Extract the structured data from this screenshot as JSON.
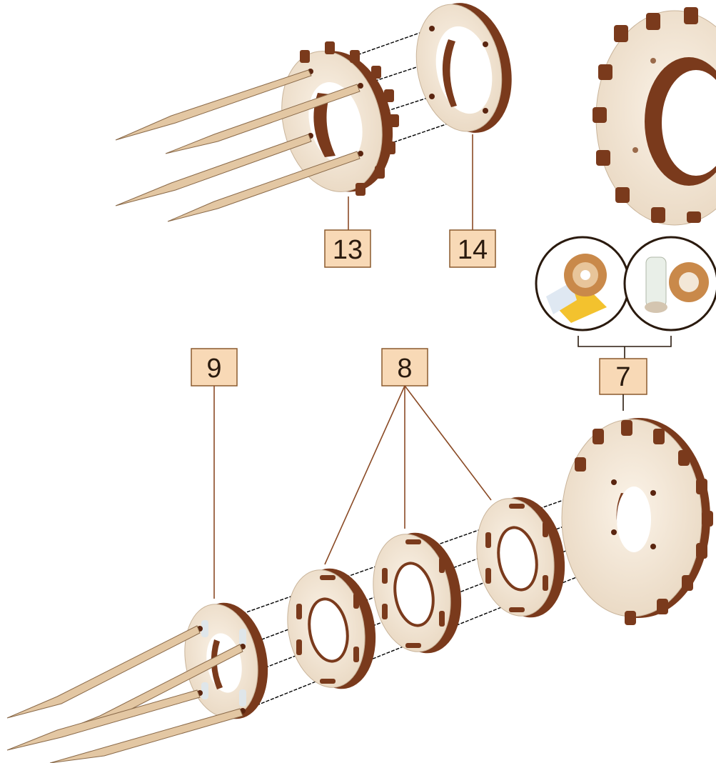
{
  "colors": {
    "background": "#ffffff",
    "wood_face": "#f3e7d7",
    "wood_edge": "#7a3a1c",
    "wood_edge_dark": "#5a2510",
    "stick": "#e3c7a3",
    "stick_outline": "#8a6a4a",
    "callout_fill": "#f8d9b6",
    "callout_border": "#8a5a2e",
    "leader": "#8a4a25",
    "guide_line": "#000000"
  },
  "callouts": [
    {
      "id": "13",
      "label": "13"
    },
    {
      "id": "14",
      "label": "14"
    },
    {
      "id": "9",
      "label": "9"
    },
    {
      "id": "8",
      "label": "8"
    },
    {
      "id": "7",
      "label": "7"
    }
  ],
  "parts": [
    {
      "name": "gear-ring-part-13",
      "callout": "13",
      "icon": "toothed-ring"
    },
    {
      "name": "ring-part-14",
      "callout": "14",
      "icon": "plain-ring"
    },
    {
      "name": "ring-part-9",
      "callout": "9",
      "icon": "ring-with-slots"
    },
    {
      "name": "ring-part-8",
      "callout": "8",
      "icon": "ring-with-slots",
      "count": 3
    },
    {
      "name": "gear-part-7",
      "callout": "7",
      "icon": "large-gear"
    }
  ],
  "inset_icons": [
    "glue-sheet-icon",
    "glue-stick-icon"
  ]
}
